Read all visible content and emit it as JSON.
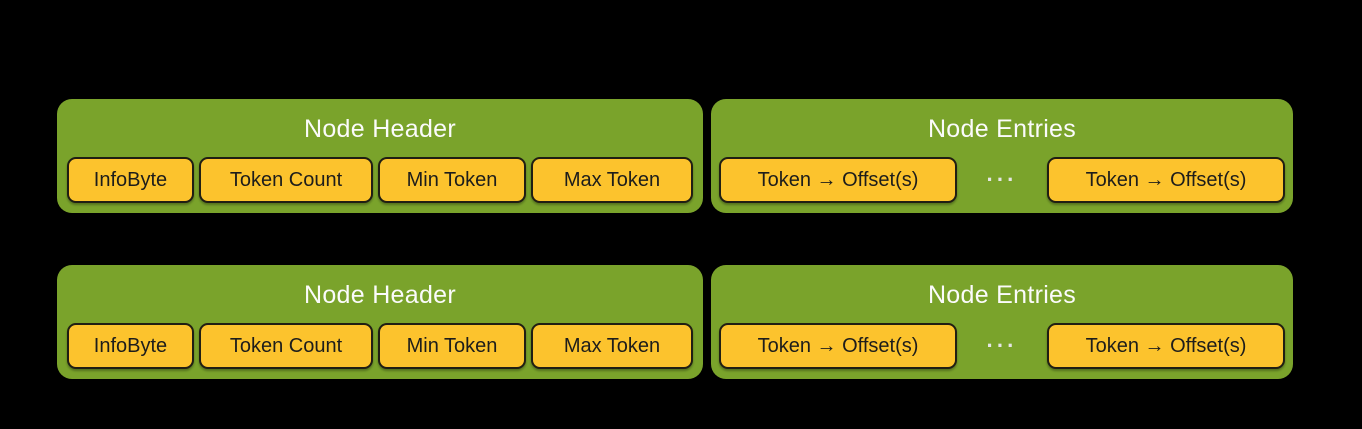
{
  "diagram": {
    "background_color": "#000000",
    "panel_color": "#7aa32b",
    "cell_color": "#fcc32d",
    "cell_border_color": "#201e13",
    "title_color": "#fbfbfb",
    "cell_text_color": "#1d1d1b",
    "rows": [
      {
        "header_panel": {
          "title": "Node Header",
          "cells": [
            "InfoByte",
            "Token Count",
            "Min Token",
            "Max Token"
          ]
        },
        "entries_panel": {
          "title": "Node Entries",
          "cell_left": "Token → Offset(s)",
          "separator": "···",
          "cell_right": "Token → Offset(s)"
        }
      },
      {
        "header_panel": {
          "title": "Node Header",
          "cells": [
            "InfoByte",
            "Token Count",
            "Min Token",
            "Max Token"
          ]
        },
        "entries_panel": {
          "title": "Node Entries",
          "cell_left": "Token → Offset(s)",
          "separator": "···",
          "cell_right": "Token → Offset(s)"
        }
      }
    ]
  }
}
